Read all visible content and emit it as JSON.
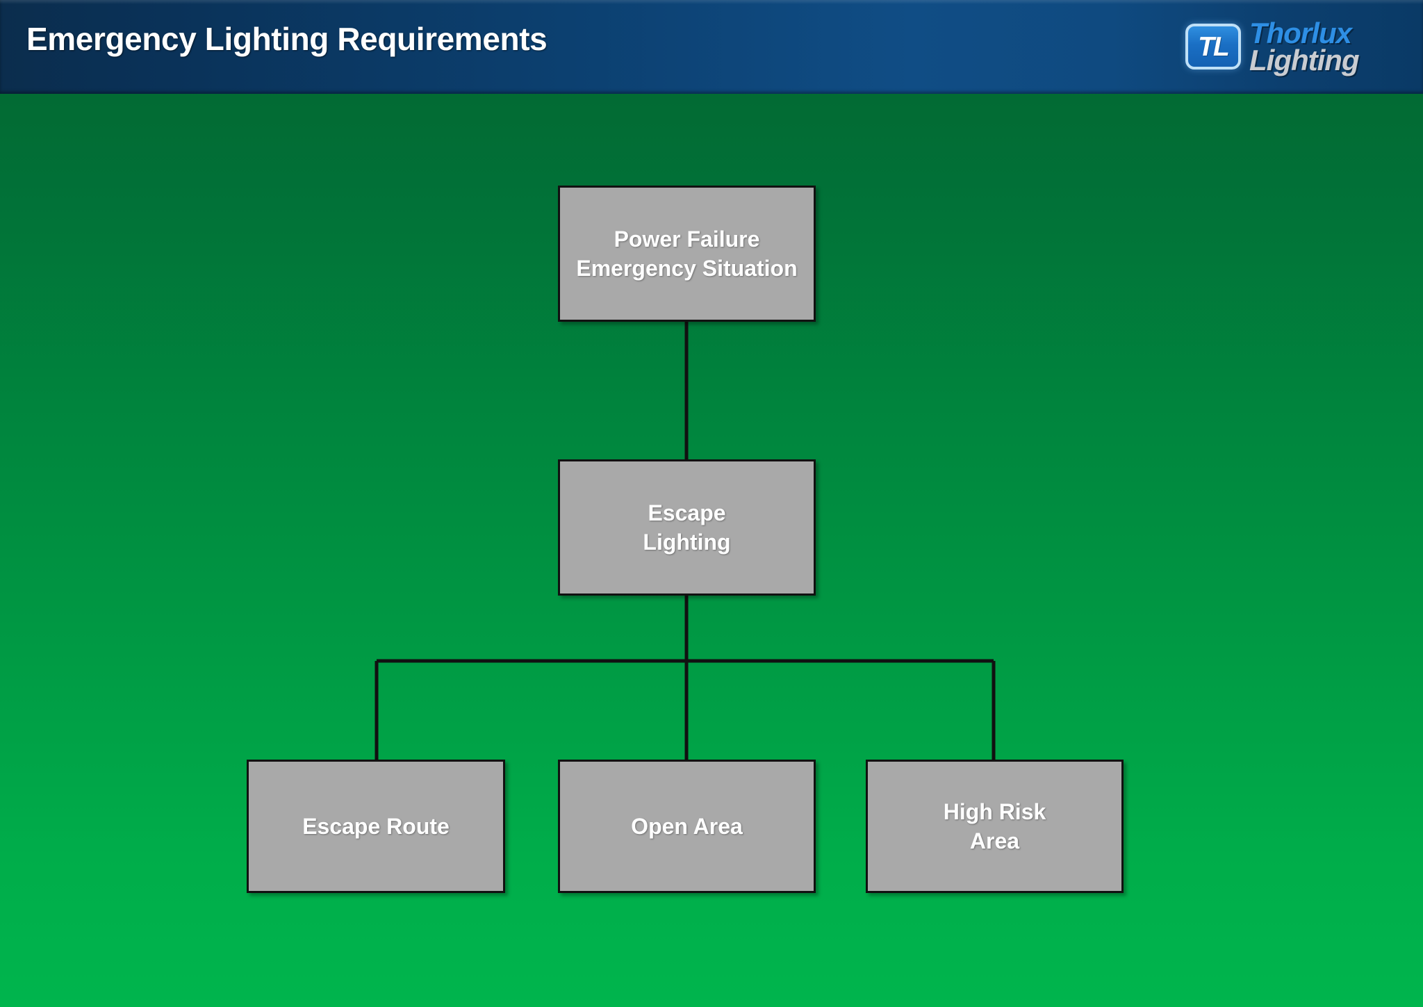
{
  "header": {
    "title": "Emergency Lighting Requirements",
    "background_start": "#0b2d4d",
    "background_end": "#104d85",
    "title_color": "#ffffff"
  },
  "logo": {
    "badge_text": "TL",
    "brand_primary": "Thorlux",
    "brand_secondary": "Lighting",
    "badge_color": "#1a6fc4",
    "primary_color": "#2e8fe5",
    "secondary_color": "#c9ccd1"
  },
  "slide": {
    "background_top": "#04652f",
    "background_bottom": "#00b54d",
    "node_fill": "#a9a9a9",
    "node_border": "#111111",
    "node_text_color": "#ffffff",
    "connector_color": "#111111"
  },
  "diagram": {
    "type": "hierarchy-flowchart",
    "nodes": [
      {
        "id": "power-failure",
        "label": "Power Failure\nEmergency Situation",
        "level": 0
      },
      {
        "id": "escape-lighting",
        "label": "Escape\nLighting",
        "level": 1
      },
      {
        "id": "escape-route",
        "label": "Escape Route",
        "level": 2
      },
      {
        "id": "open-area",
        "label": "Open Area",
        "level": 2
      },
      {
        "id": "high-risk-area",
        "label": "High Risk\nArea",
        "level": 2
      }
    ],
    "edges": [
      {
        "from": "power-failure",
        "to": "escape-lighting"
      },
      {
        "from": "escape-lighting",
        "to": "escape-route"
      },
      {
        "from": "escape-lighting",
        "to": "open-area"
      },
      {
        "from": "escape-lighting",
        "to": "high-risk-area"
      }
    ]
  }
}
